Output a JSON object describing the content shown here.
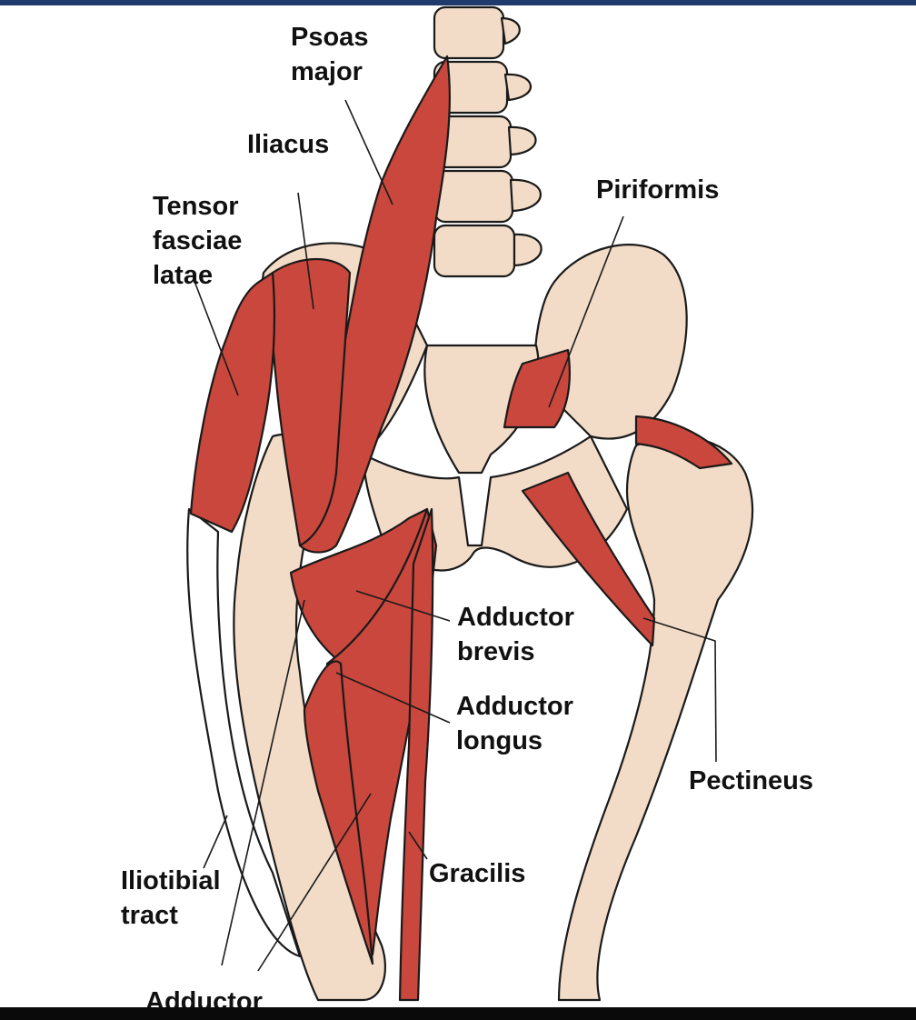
{
  "colors": {
    "muscle": "#c9473c",
    "bone": "#f2dcc8",
    "outline": "#1a1a1a",
    "frame": "#1f3b6e",
    "bottom_bar": "#0a0a0a"
  },
  "labels": {
    "psoas_major": [
      "Psoas",
      "major"
    ],
    "iliacus": [
      "Iliacus"
    ],
    "tensor_fasciae_latae": [
      "Tensor",
      "fasciae",
      "latae"
    ],
    "piriformis": [
      "Piriformis"
    ],
    "adductor_brevis": [
      "Adductor",
      "brevis"
    ],
    "adductor_longus": [
      "Adductor",
      "longus"
    ],
    "pectineus": [
      "Pectineus"
    ],
    "gracilis": [
      "Gracilis"
    ],
    "iliotibial_tract": [
      "Iliotibial",
      "tract"
    ],
    "adductor_magnus": [
      "Adductor"
    ]
  }
}
